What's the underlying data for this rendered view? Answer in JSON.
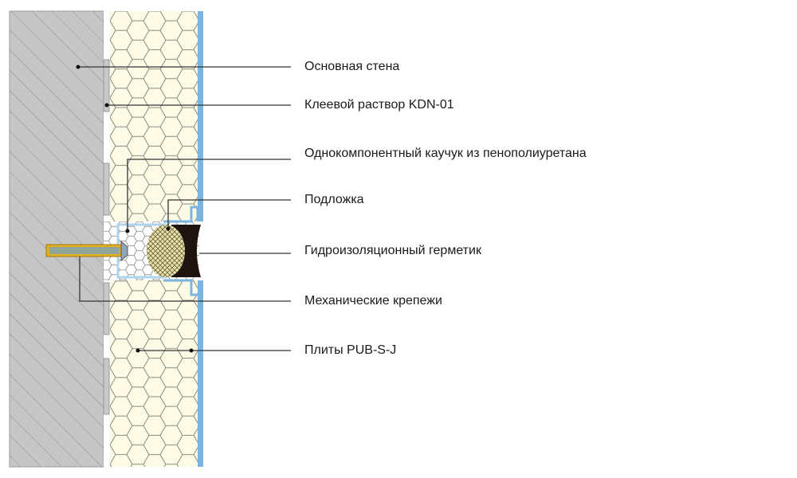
{
  "labels": [
    "Основная стена",
    "Клеевой раствор KDN-01",
    "Однокомпонентный каучук из пенополиуретана",
    "Подложка",
    "Гидроизоляционный герметик",
    "Механические крепежи",
    "Плиты PUB-S-J"
  ],
  "colors": {
    "wall": "#c6c6c6",
    "foam": "#fdfbe6",
    "cladding": "#7ab4df",
    "sealant": "#1e1410",
    "backer": "#e8e2a8",
    "fastener": "#e0b020"
  }
}
